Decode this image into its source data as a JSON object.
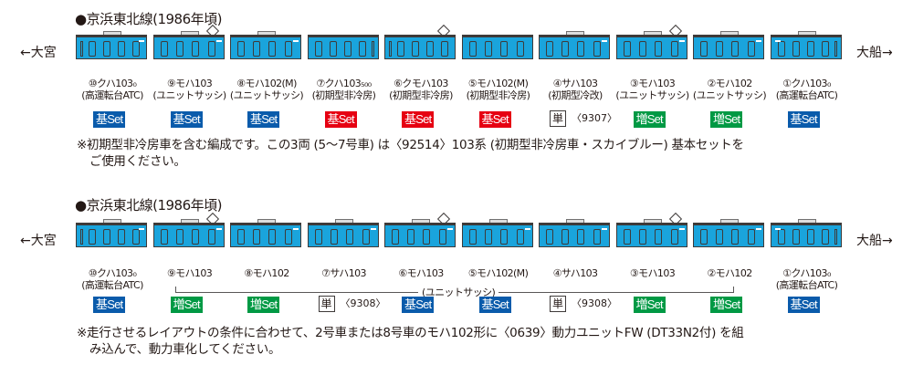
{
  "sections": [
    {
      "title": "●京浜東北線(1986年頃)",
      "left_direction": "←大宮",
      "right_direction": "大船→",
      "cars": [
        {
          "number": "⑩クハ103₀",
          "sub": "(高運転台ATC)",
          "set": "基Set",
          "set_type": "kihon",
          "pantograph": false,
          "cab": "left"
        },
        {
          "number": "⑨モハ103",
          "sub": "(ユニットサッシ)",
          "set": "基Set",
          "set_type": "kihon",
          "pantograph": true,
          "cab": "none"
        },
        {
          "number": "⑧モハ102(M)",
          "sub": "(ユニットサッシ)",
          "set": "基Set",
          "set_type": "kihon",
          "pantograph": false,
          "cab": "none"
        },
        {
          "number": "⑦クハ103₅₀₀",
          "sub": "(初期型非冷房)",
          "set": "基Set",
          "set_type": "kihon-red",
          "pantograph": false,
          "cab": "right",
          "novent": true
        },
        {
          "number": "⑥クモハ103",
          "sub": "(初期型非冷房)",
          "set": "基Set",
          "set_type": "kihon-red",
          "pantograph": true,
          "cab": "left",
          "novent": true
        },
        {
          "number": "⑤モハ102(M)",
          "sub": "(初期型非冷房)",
          "set": "基Set",
          "set_type": "kihon-red",
          "pantograph": false,
          "cab": "none",
          "novent": true
        },
        {
          "number": "④サハ103",
          "sub": "(初期型冷改)",
          "set": "単",
          "set_type": "single",
          "code": "〈9307〉",
          "pantograph": false,
          "cab": "none"
        },
        {
          "number": "③モハ103",
          "sub": "(ユニットサッシ)",
          "set": "増Set",
          "set_type": "zou",
          "pantograph": true,
          "cab": "none"
        },
        {
          "number": "②モハ102",
          "sub": "(ユニットサッシ)",
          "set": "増Set",
          "set_type": "zou",
          "pantograph": false,
          "cab": "none"
        },
        {
          "number": "①クハ103₀",
          "sub": "(高運転台ATC)",
          "set": "基Set",
          "set_type": "kihon",
          "pantograph": false,
          "cab": "right"
        }
      ],
      "note_line1": "※初期型非冷房車を含む編成です。この3両 (5～7号車) は〈92514〉103系 (初期型非冷房車・スカイブルー) 基本セットを",
      "note_line2": "ご使用ください。"
    },
    {
      "title": "●京浜東北線(1986年頃)",
      "left_direction": "←大宮",
      "right_direction": "大船→",
      "bracket_label": "(ユニットサッシ)",
      "cars": [
        {
          "number": "⑩クハ103₀",
          "sub": "(高運転台ATC)",
          "set": "基Set",
          "set_type": "kihon",
          "pantograph": false,
          "cab": "left"
        },
        {
          "number": "⑨モハ103",
          "sub": "",
          "set": "増Set",
          "set_type": "zou",
          "pantograph": true,
          "cab": "none"
        },
        {
          "number": "⑧モハ102",
          "sub": "",
          "set": "増Set",
          "set_type": "zou",
          "pantograph": false,
          "cab": "none"
        },
        {
          "number": "⑦サハ103",
          "sub": "",
          "set": "単",
          "set_type": "single",
          "code": "〈9308〉",
          "pantograph": false,
          "cab": "none"
        },
        {
          "number": "⑥モハ103",
          "sub": "",
          "set": "基Set",
          "set_type": "kihon",
          "pantograph": true,
          "cab": "none"
        },
        {
          "number": "⑤モハ102(M)",
          "sub": "",
          "set": "基Set",
          "set_type": "kihon",
          "pantograph": false,
          "cab": "none"
        },
        {
          "number": "④サハ103",
          "sub": "",
          "set": "単",
          "set_type": "single",
          "code": "〈9308〉",
          "pantograph": false,
          "cab": "none"
        },
        {
          "number": "③モハ103",
          "sub": "",
          "set": "増Set",
          "set_type": "zou",
          "pantograph": true,
          "cab": "none"
        },
        {
          "number": "②モハ102",
          "sub": "",
          "set": "増Set",
          "set_type": "zou",
          "pantograph": false,
          "cab": "none"
        },
        {
          "number": "①クハ103₀",
          "sub": "(高運転台ATC)",
          "set": "基Set",
          "set_type": "kihon",
          "pantograph": false,
          "cab": "right"
        }
      ],
      "note_line1": "※走行させるレイアウトの条件に合わせて、2号車または8号車のモハ102形に〈0639〉動力ユニットFW (DT33N2付) を組",
      "note_line2": "み込んで、動力車化してください。"
    }
  ],
  "colors": {
    "car_body": "#1aa4dc",
    "kihon_badge": "#0a5bab",
    "kihon_red_badge": "#e60012",
    "zou_badge": "#009944"
  }
}
